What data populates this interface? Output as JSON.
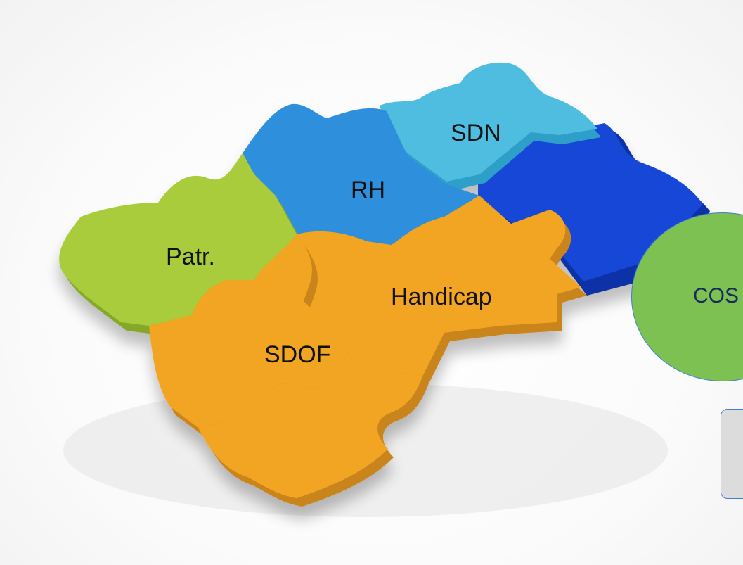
{
  "pieces": {
    "patr": {
      "label": "Patr.",
      "color": "#a8cc3a"
    },
    "rh": {
      "label": "RH",
      "color": "#2d8fdc"
    },
    "sdn": {
      "label": "SDN",
      "color": "#4fbde0"
    },
    "handicap": {
      "label": "Handicap",
      "color": "#f2a522"
    },
    "sdof": {
      "label": "SDOF",
      "color": "#f2a522"
    },
    "dark_blue": {
      "color": "#1446d6"
    },
    "orange_lower": {
      "color": "#f2a522"
    }
  },
  "side": {
    "circle_label": "COS",
    "circle_color": "#7cc152",
    "box_color": "#dcdcdc"
  }
}
